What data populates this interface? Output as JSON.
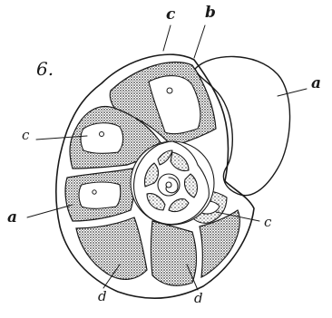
{
  "figure": {
    "number": "6.",
    "labels": {
      "top_c": "c",
      "top_b": "b",
      "right_a": "a",
      "left_c": "c",
      "left_a": "a",
      "right_c": "c",
      "bottom_d_left": "d",
      "bottom_d_right": "d"
    },
    "colors": {
      "ink": "#1a1a1a",
      "stipple": "#4a4a4a",
      "paper": "#ffffff"
    }
  }
}
